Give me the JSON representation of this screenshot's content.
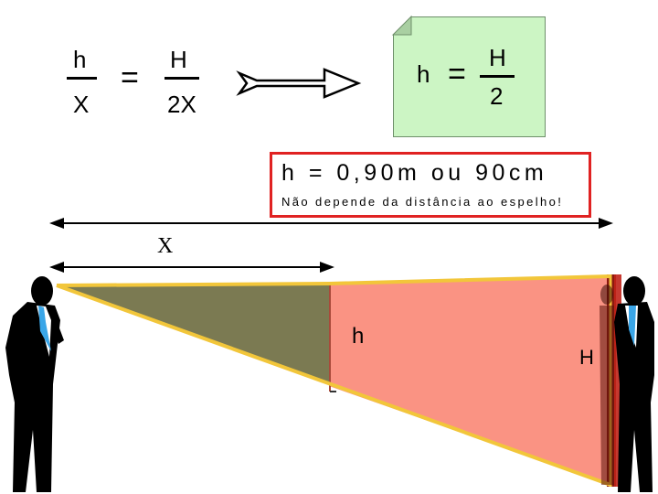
{
  "left_equation": {
    "numerator_1": "h",
    "denominator_1": "X",
    "equals": "=",
    "numerator_2": "H",
    "denominator_2": "2X"
  },
  "result_note": {
    "lhs": "h",
    "equals": "=",
    "numerator": "H",
    "denominator": "2"
  },
  "result_box": {
    "main_text": "h = 0,90m ou 90cm",
    "sub_text": "Não depende da distância ao espelho!"
  },
  "diagram": {
    "distance_label": "X",
    "mirror_height_label": "h",
    "person_height_label": "H"
  },
  "colors": {
    "note_background": "#ccf5c4",
    "result_border": "#e02222",
    "olive_triangle": "#7b7a52",
    "salmon_region": "#fa9383",
    "ray_yellow": "#f2c63a",
    "mirror_maroon": "#8b1a10"
  }
}
